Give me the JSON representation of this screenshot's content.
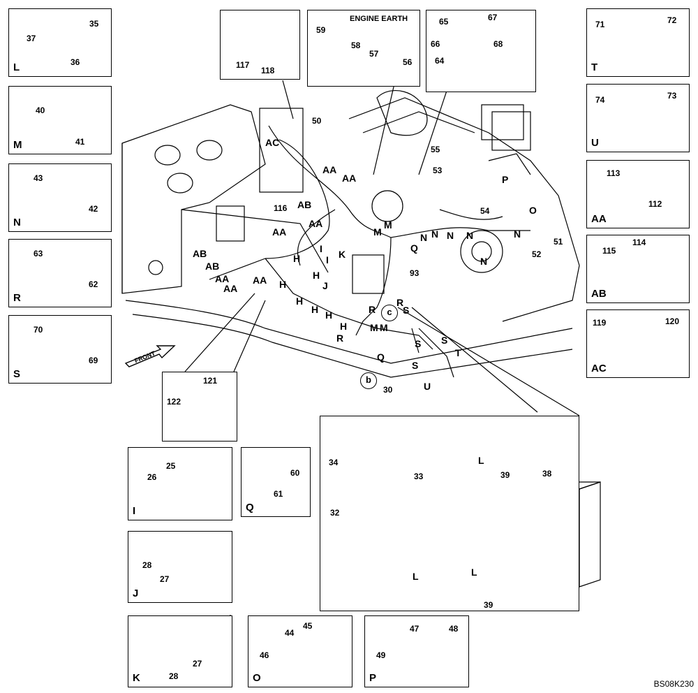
{
  "drawing_code": "BS08K230",
  "engine_earth_title": "ENGINE EARTH",
  "front_label": "FRONT",
  "detail_boxes": [
    {
      "id": "L",
      "parts": [
        "35",
        "36",
        "37"
      ]
    },
    {
      "id": "M",
      "parts": [
        "40",
        "41"
      ]
    },
    {
      "id": "N",
      "parts": [
        "43",
        "42"
      ]
    },
    {
      "id": "R",
      "parts": [
        "63",
        "62"
      ]
    },
    {
      "id": "S",
      "parts": [
        "70",
        "69"
      ]
    },
    {
      "id": "T",
      "parts": [
        "71",
        "72"
      ]
    },
    {
      "id": "U",
      "parts": [
        "74",
        "73"
      ]
    },
    {
      "id": "AA",
      "parts": [
        "113",
        "112"
      ]
    },
    {
      "id": "AB",
      "parts": [
        "115",
        "114"
      ]
    },
    {
      "id": "AC",
      "parts": [
        "119",
        "120"
      ]
    },
    {
      "id": "I",
      "parts": [
        "25",
        "26"
      ]
    },
    {
      "id": "J",
      "parts": [
        "28",
        "27"
      ]
    },
    {
      "id": "K",
      "parts": [
        "27",
        "28"
      ]
    },
    {
      "id": "Q",
      "parts": [
        "60",
        "61"
      ]
    },
    {
      "id": "O",
      "parts": [
        "44",
        "45",
        "46"
      ]
    },
    {
      "id": "P",
      "parts": [
        "47",
        "48",
        "49"
      ]
    }
  ],
  "top_parts": [
    "117",
    "118",
    "59",
    "58",
    "57",
    "56",
    "65",
    "67",
    "66",
    "68",
    "64"
  ],
  "main_parts": [
    "50",
    "116",
    "55",
    "53",
    "54",
    "51",
    "52",
    "93",
    "30",
    "121",
    "122"
  ],
  "inset_parts": [
    "34",
    "33",
    "32",
    "39",
    "38",
    "39"
  ],
  "callouts": {
    "ac": "AC",
    "aa": "AA",
    "ab": "AB",
    "h": "H",
    "i": "I",
    "j": "J",
    "k": "K",
    "m": "M",
    "n": "N",
    "o": "O",
    "p": "P",
    "q": "Q",
    "r": "R",
    "s": "S",
    "t": "T",
    "u": "U",
    "l": "L",
    "b": "b",
    "c": "c"
  }
}
